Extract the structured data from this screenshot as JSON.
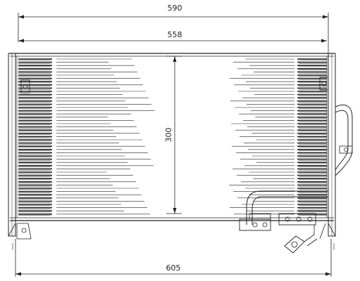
{
  "dimensions": {
    "overall_width": "590",
    "core_width": "558",
    "core_height": "300",
    "bottom_width": "605"
  },
  "colors": {
    "line": "#222222",
    "background": "#ffffff"
  }
}
